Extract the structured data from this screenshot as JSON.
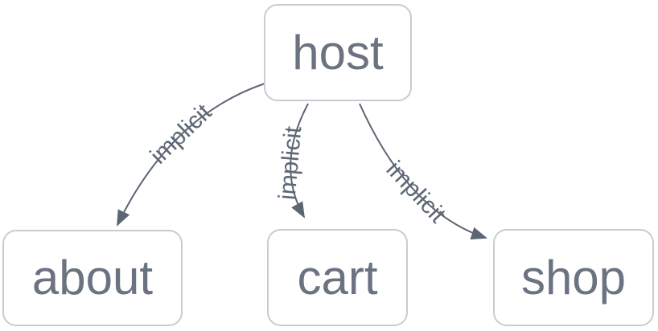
{
  "diagram": {
    "type": "graph",
    "nodes": [
      {
        "id": "host",
        "label": "host"
      },
      {
        "id": "about",
        "label": "about"
      },
      {
        "id": "cart",
        "label": "cart"
      },
      {
        "id": "shop",
        "label": "shop"
      }
    ],
    "edges": [
      {
        "from": "host",
        "to": "about",
        "label": "implicit"
      },
      {
        "from": "host",
        "to": "cart",
        "label": "implicit"
      },
      {
        "from": "host",
        "to": "shop",
        "label": "implicit"
      }
    ],
    "colors": {
      "background": "#ffffff",
      "node_border": "#c8ccd2",
      "node_background": "#ffffff",
      "node_text": "#6b7280",
      "edge_stroke": "#5b6574",
      "edge_label_text": "#5f6877"
    }
  }
}
